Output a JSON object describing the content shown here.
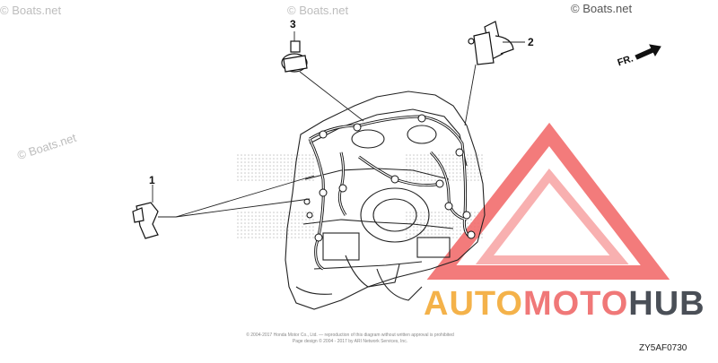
{
  "diagram": {
    "callouts": [
      {
        "id": "1",
        "label": "1"
      },
      {
        "id": "2",
        "label": "2"
      },
      {
        "id": "3",
        "label": "3"
      }
    ],
    "direction_label": "FR.",
    "figure_code": "ZY5AF0730",
    "copyright_lines": [
      "© 2004-2017 Honda Motor Co., Ltd. — reproduction of this diagram without written approval is prohibited",
      "Page design © 2004 - 2017 by ARI Network Services, Inc."
    ]
  },
  "watermarks": {
    "site_text": "© Boats.net",
    "site_text_2": "© Boats.net",
    "site_text_3": "© Boats.net",
    "site_text_4": "© Boats.net",
    "brand_word_1": "AUTO",
    "brand_word_2": "MOTO",
    "brand_word_3": "HUB",
    "colors": {
      "triangle": "#f26d6d",
      "auto": "#f4b24a",
      "moto": "#f07878",
      "hub": "#4a4f57"
    }
  }
}
